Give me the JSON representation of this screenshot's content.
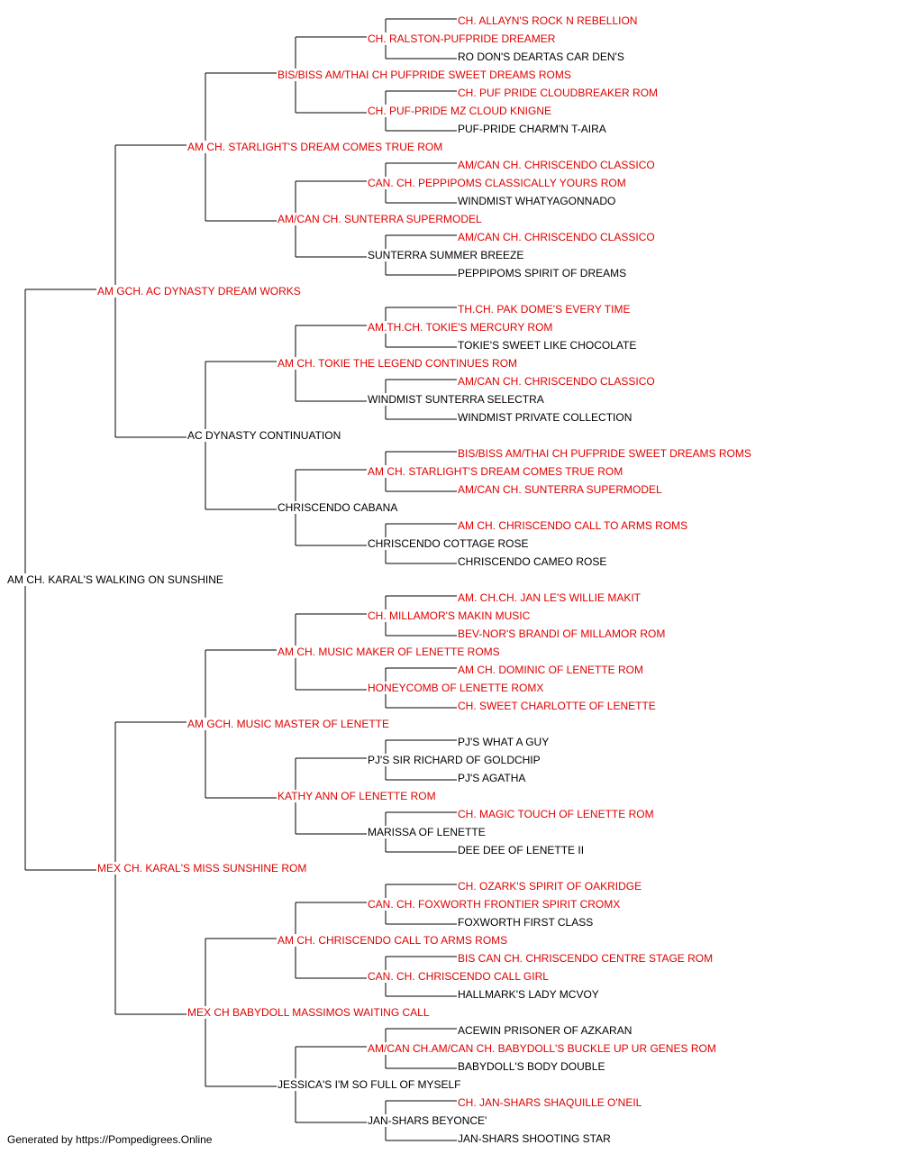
{
  "colors": {
    "champion": "#e00000",
    "regular": "#000000",
    "line": "#000000",
    "background": "#ffffff"
  },
  "footer": "Generated by https://Pompedigrees.Online",
  "pedigree": {
    "name": "AM CH. KARAL'S WALKING ON SUNSHINE",
    "champion": false,
    "sire": {
      "name": "AM GCH. AC DYNASTY DREAM WORKS",
      "champion": true,
      "sire": {
        "name": "AM CH. STARLIGHT'S DREAM COMES TRUE ROM",
        "champion": true,
        "sire": {
          "name": "BIS/BISS AM/THAI CH PUFPRIDE SWEET DREAMS ROMS",
          "champion": true,
          "sire": {
            "name": "CH. RALSTON-PUFPRIDE DREAMER",
            "champion": true,
            "sire": {
              "name": "CH. ALLAYN'S ROCK N REBELLION",
              "champion": true
            },
            "dam": {
              "name": "RO DON'S DEARTAS CAR DEN'S",
              "champion": false
            }
          },
          "dam": {
            "name": "CH. PUF-PRIDE MZ CLOUD KNIGNE",
            "champion": true,
            "sire": {
              "name": "CH. PUF PRIDE CLOUDBREAKER ROM",
              "champion": true
            },
            "dam": {
              "name": "PUF-PRIDE CHARM'N T-AIRA",
              "champion": false
            }
          }
        },
        "dam": {
          "name": "AM/CAN CH. SUNTERRA SUPERMODEL",
          "champion": true,
          "sire": {
            "name": "CAN. CH. PEPPIPOMS CLASSICALLY YOURS ROM",
            "champion": true,
            "sire": {
              "name": "AM/CAN CH. CHRISCENDO CLASSICO",
              "champion": true
            },
            "dam": {
              "name": "WINDMIST WHATYAGONNADO",
              "champion": false
            }
          },
          "dam": {
            "name": "SUNTERRA SUMMER BREEZE",
            "champion": false,
            "sire": {
              "name": "AM/CAN CH. CHRISCENDO CLASSICO",
              "champion": true
            },
            "dam": {
              "name": "PEPPIPOMS SPIRIT OF DREAMS",
              "champion": false
            }
          }
        }
      },
      "dam": {
        "name": "AC DYNASTY CONTINUATION",
        "champion": false,
        "sire": {
          "name": "AM CH. TOKIE THE LEGEND CONTINUES ROM",
          "champion": true,
          "sire": {
            "name": "AM.TH.CH. TOKIE'S MERCURY ROM",
            "champion": true,
            "sire": {
              "name": "TH.CH. PAK DOME'S EVERY TIME",
              "champion": true
            },
            "dam": {
              "name": "TOKIE'S SWEET LIKE CHOCOLATE",
              "champion": false
            }
          },
          "dam": {
            "name": "WINDMIST SUNTERRA SELECTRA",
            "champion": false,
            "sire": {
              "name": "AM/CAN CH. CHRISCENDO CLASSICO",
              "champion": true
            },
            "dam": {
              "name": "WINDMIST PRIVATE COLLECTION",
              "champion": false
            }
          }
        },
        "dam": {
          "name": "CHRISCENDO CABANA",
          "champion": false,
          "sire": {
            "name": "AM CH. STARLIGHT'S DREAM COMES TRUE ROM",
            "champion": true,
            "sire": {
              "name": "BIS/BISS AM/THAI CH PUFPRIDE SWEET DREAMS ROMS",
              "champion": true
            },
            "dam": {
              "name": "AM/CAN CH. SUNTERRA SUPERMODEL",
              "champion": true
            }
          },
          "dam": {
            "name": "CHRISCENDO COTTAGE ROSE",
            "champion": false,
            "sire": {
              "name": "AM CH. CHRISCENDO CALL TO ARMS ROMS",
              "champion": true
            },
            "dam": {
              "name": "CHRISCENDO CAMEO ROSE",
              "champion": false
            }
          }
        }
      }
    },
    "dam": {
      "name": "MEX CH. KARAL'S MISS SUNSHINE ROM",
      "champion": true,
      "sire": {
        "name": "AM GCH. MUSIC MASTER OF LENETTE",
        "champion": true,
        "sire": {
          "name": "AM CH. MUSIC MAKER OF LENETTE ROMS",
          "champion": true,
          "sire": {
            "name": "CH. MILLAMOR'S MAKIN MUSIC",
            "champion": true,
            "sire": {
              "name": "AM. CH.CH. JAN LE'S WILLIE MAKIT",
              "champion": true
            },
            "dam": {
              "name": "BEV-NOR'S BRANDI OF MILLAMOR ROM",
              "champion": true
            }
          },
          "dam": {
            "name": "HONEYCOMB OF LENETTE ROMX",
            "champion": true,
            "sire": {
              "name": "AM CH. DOMINIC OF LENETTE ROM",
              "champion": true
            },
            "dam": {
              "name": "CH. SWEET CHARLOTTE OF LENETTE",
              "champion": true
            }
          }
        },
        "dam": {
          "name": "KATHY ANN OF LENETTE ROM",
          "champion": true,
          "sire": {
            "name": "PJ'S SIR RICHARD OF GOLDCHIP",
            "champion": false,
            "sire": {
              "name": "PJ'S WHAT A GUY",
              "champion": false
            },
            "dam": {
              "name": "PJ'S AGATHA",
              "champion": false
            }
          },
          "dam": {
            "name": "MARISSA OF LENETTE",
            "champion": false,
            "sire": {
              "name": "CH. MAGIC TOUCH OF LENETTE ROM",
              "champion": true
            },
            "dam": {
              "name": "DEE DEE OF LENETTE II",
              "champion": false
            }
          }
        }
      },
      "dam": {
        "name": "MEX CH BABYDOLL MASSIMOS WAITING CALL",
        "champion": true,
        "sire": {
          "name": "AM CH. CHRISCENDO CALL TO ARMS ROMS",
          "champion": true,
          "sire": {
            "name": "CAN. CH. FOXWORTH FRONTIER SPIRIT CROMX",
            "champion": true,
            "sire": {
              "name": "CH. OZARK'S SPIRIT OF OAKRIDGE",
              "champion": true
            },
            "dam": {
              "name": "FOXWORTH FIRST CLASS",
              "champion": false
            }
          },
          "dam": {
            "name": "CAN. CH. CHRISCENDO CALL GIRL",
            "champion": true,
            "sire": {
              "name": "BIS CAN CH. CHRISCENDO CENTRE STAGE ROM",
              "champion": true
            },
            "dam": {
              "name": "HALLMARK'S LADY MCVOY",
              "champion": false
            }
          }
        },
        "dam": {
          "name": "JESSICA'S I'M SO FULL OF MYSELF",
          "champion": false,
          "sire": {
            "name": "AM/CAN CH.AM/CAN CH. BABYDOLL'S BUCKLE UP UR GENES ROM",
            "champion": true,
            "sire": {
              "name": "ACEWIN PRISONER OF AZKARAN",
              "champion": false
            },
            "dam": {
              "name": "BABYDOLL'S BODY DOUBLE",
              "champion": false
            }
          },
          "dam": {
            "name": "JAN-SHARS BEYONCE'",
            "champion": false,
            "sire": {
              "name": "CH. JAN-SHARS SHAQUILLE O'NEIL",
              "champion": true
            },
            "dam": {
              "name": "JAN-SHARS SHOOTING STAR",
              "champion": false
            }
          }
        }
      }
    }
  }
}
